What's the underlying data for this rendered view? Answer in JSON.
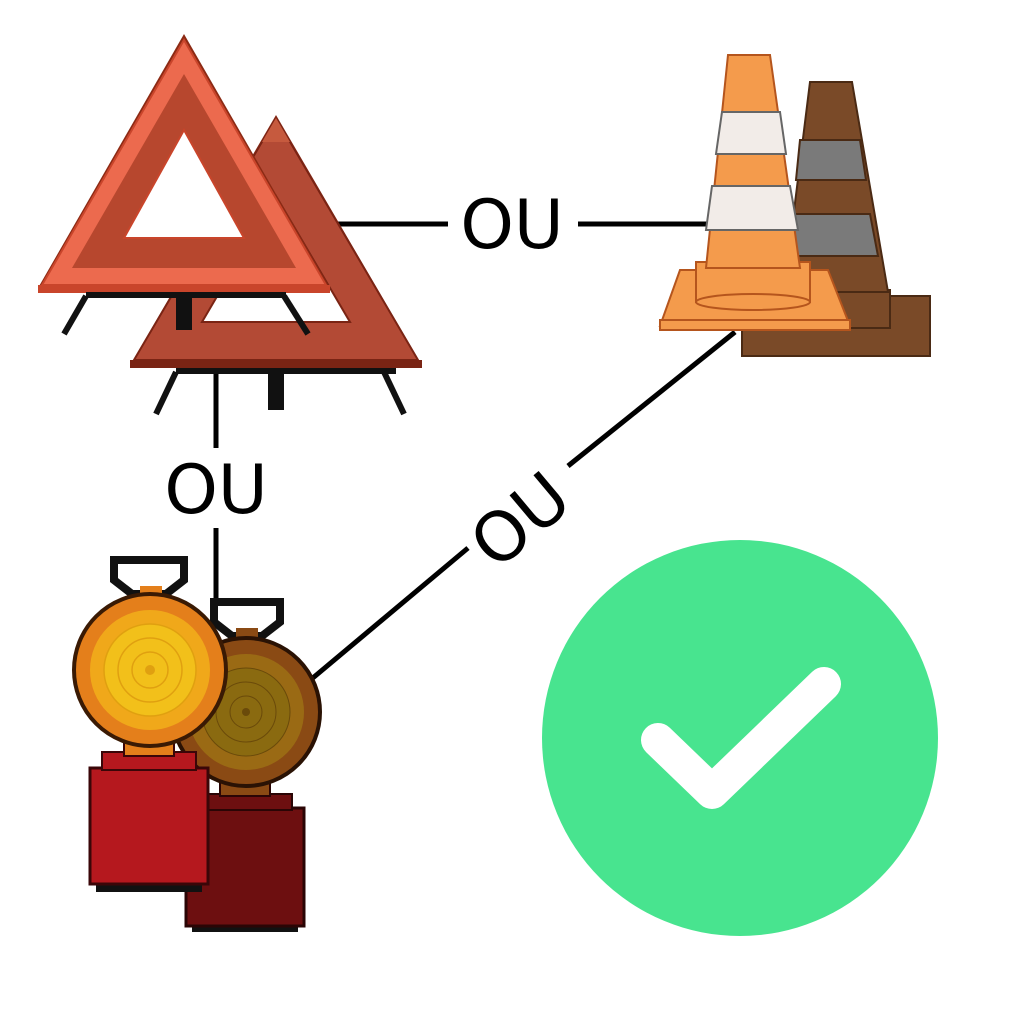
{
  "labels": {
    "or_top": "OU",
    "or_left": "OU",
    "or_diagonal": "OU"
  },
  "icons": {
    "triangles": "warning-triangles-icon",
    "cones": "traffic-cones-icon",
    "lamps": "warning-lamps-icon",
    "check": "check-circle-icon"
  },
  "colors": {
    "triangle_front": "#ec6a4e",
    "triangle_back": "#b34a35",
    "cone_front": "#f49b4c",
    "cone_back": "#7a4a28",
    "lamp_front": "#b5181e",
    "lamp_back": "#6d0f10",
    "check_circle": "#48e48f",
    "connector": "#000000"
  }
}
